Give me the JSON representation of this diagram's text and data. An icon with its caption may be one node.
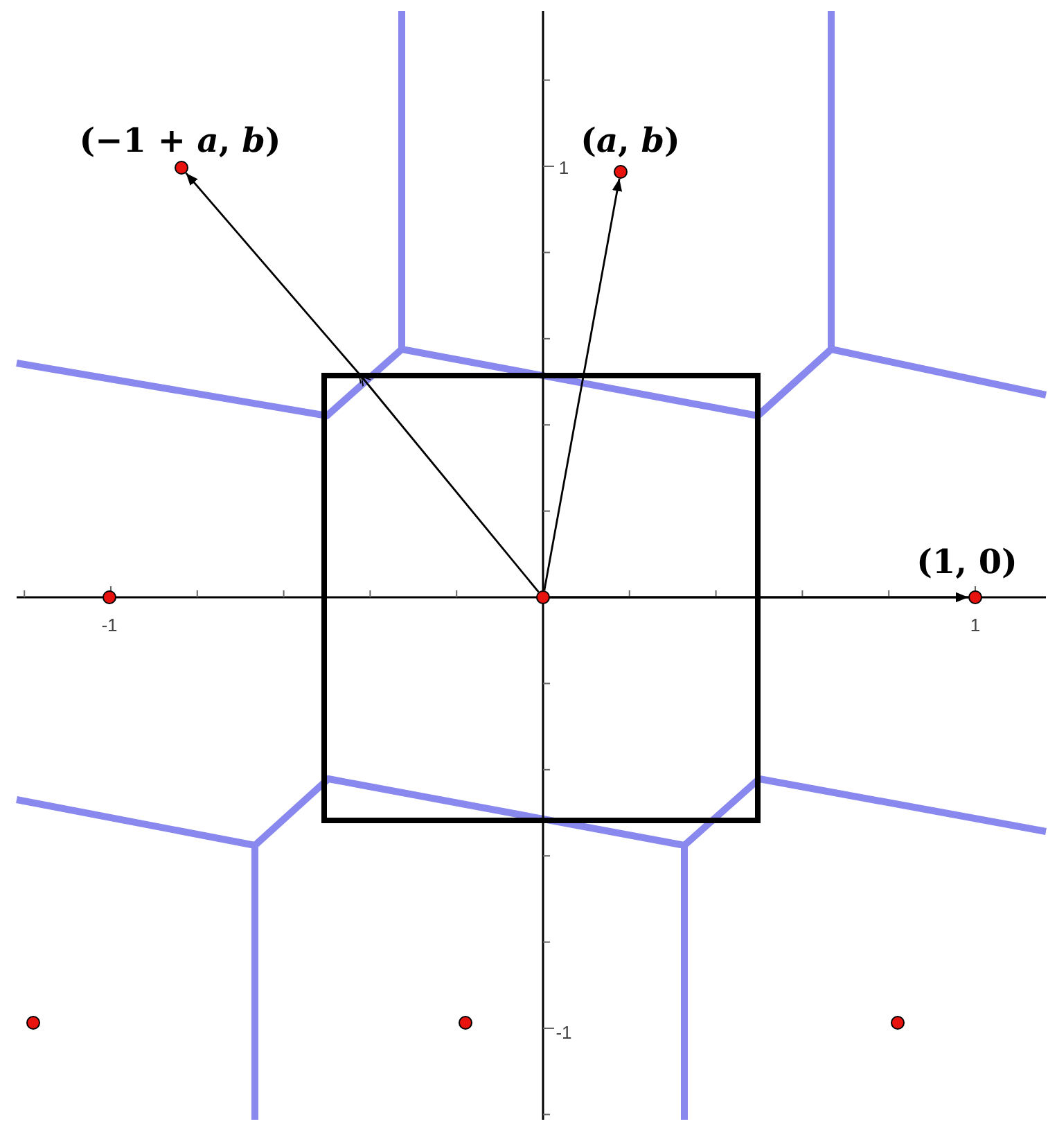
{
  "diagram": {
    "nodes": [
      {
        "text": [],
        "shape": "circle",
        "beside": [
          "(−1 + *a*, *b*)"
        ]
      },
      {
        "text": [],
        "shape": "circle",
        "beside": [
          "(*a*, *b*)"
        ]
      },
      {
        "text": [],
        "shape": "circle"
      },
      {
        "text": [],
        "shape": "circle"
      },
      {
        "text": [],
        "shape": "circle",
        "beside": [
          "(1, 0)"
        ]
      },
      {
        "text": [],
        "shape": "circle"
      },
      {
        "text": [],
        "shape": "circle"
      },
      {
        "text": [],
        "shape": "circle"
      }
    ],
    "edges": [
      {
        "from": 3,
        "to": 0,
        "arrow": "to"
      },
      {
        "from": 3,
        "to": 1,
        "arrow": "to"
      },
      {
        "from": 3,
        "to": 4,
        "arrow": "to"
      }
    ],
    "labels": [
      "1",
      "-1",
      "1",
      "-1"
    ]
  }
}
